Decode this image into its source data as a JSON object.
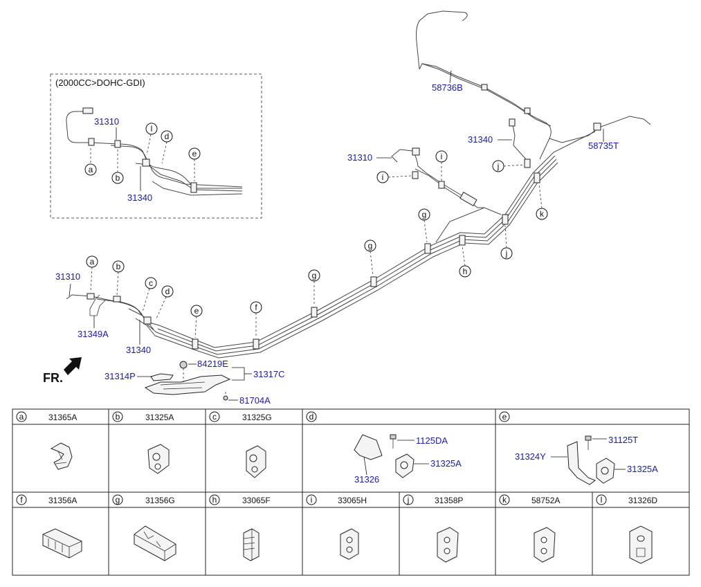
{
  "inset": {
    "title": "(2000CC>DOHC-GDI)",
    "labels": {
      "p31310": "31310",
      "p31340": "31340"
    },
    "bubbles": [
      "a",
      "b",
      "l",
      "d",
      "e"
    ]
  },
  "main": {
    "labels": {
      "p58736B": "58736B",
      "p58735T": "58735T",
      "p31340_top": "31340",
      "p31310_top": "31310",
      "p31310_left": "31310",
      "p31349A": "31349A",
      "p31340_low": "31340",
      "p84219E": "84219E",
      "p31317C": "31317C",
      "p31314P": "31314P",
      "p81704A": "81704A"
    },
    "front_marker": "FR.",
    "bubbles": {
      "top_i1": "i",
      "top_i2": "i",
      "top_j": "j",
      "top_k": "k",
      "g1": "g",
      "g2": "g",
      "g3": "g",
      "h": "h",
      "j2": "j",
      "a": "a",
      "b": "b",
      "c": "c",
      "d": "d",
      "e": "e",
      "f": "f"
    }
  },
  "parts_table": {
    "row1": [
      {
        "key": "a",
        "part": "31365A"
      },
      {
        "key": "b",
        "part": "31325A"
      },
      {
        "key": "c",
        "part": "31325G"
      },
      {
        "key": "d",
        "part": "",
        "callouts": [
          "1125DA",
          "31325A",
          "31326"
        ]
      },
      {
        "key": "e",
        "part": "",
        "callouts": [
          "31125T",
          "31324Y",
          "31325A"
        ]
      }
    ],
    "row2": [
      {
        "key": "f",
        "part": "31356A"
      },
      {
        "key": "g",
        "part": "31356G"
      },
      {
        "key": "h",
        "part": "33065F"
      },
      {
        "key": "i",
        "part": "33065H"
      },
      {
        "key": "j",
        "part": "31358P"
      },
      {
        "key": "k",
        "part": "58752A"
      },
      {
        "key": "l",
        "part": "31326D"
      }
    ]
  },
  "colors": {
    "part_number": "#1a1aa8",
    "line": "#333333"
  }
}
